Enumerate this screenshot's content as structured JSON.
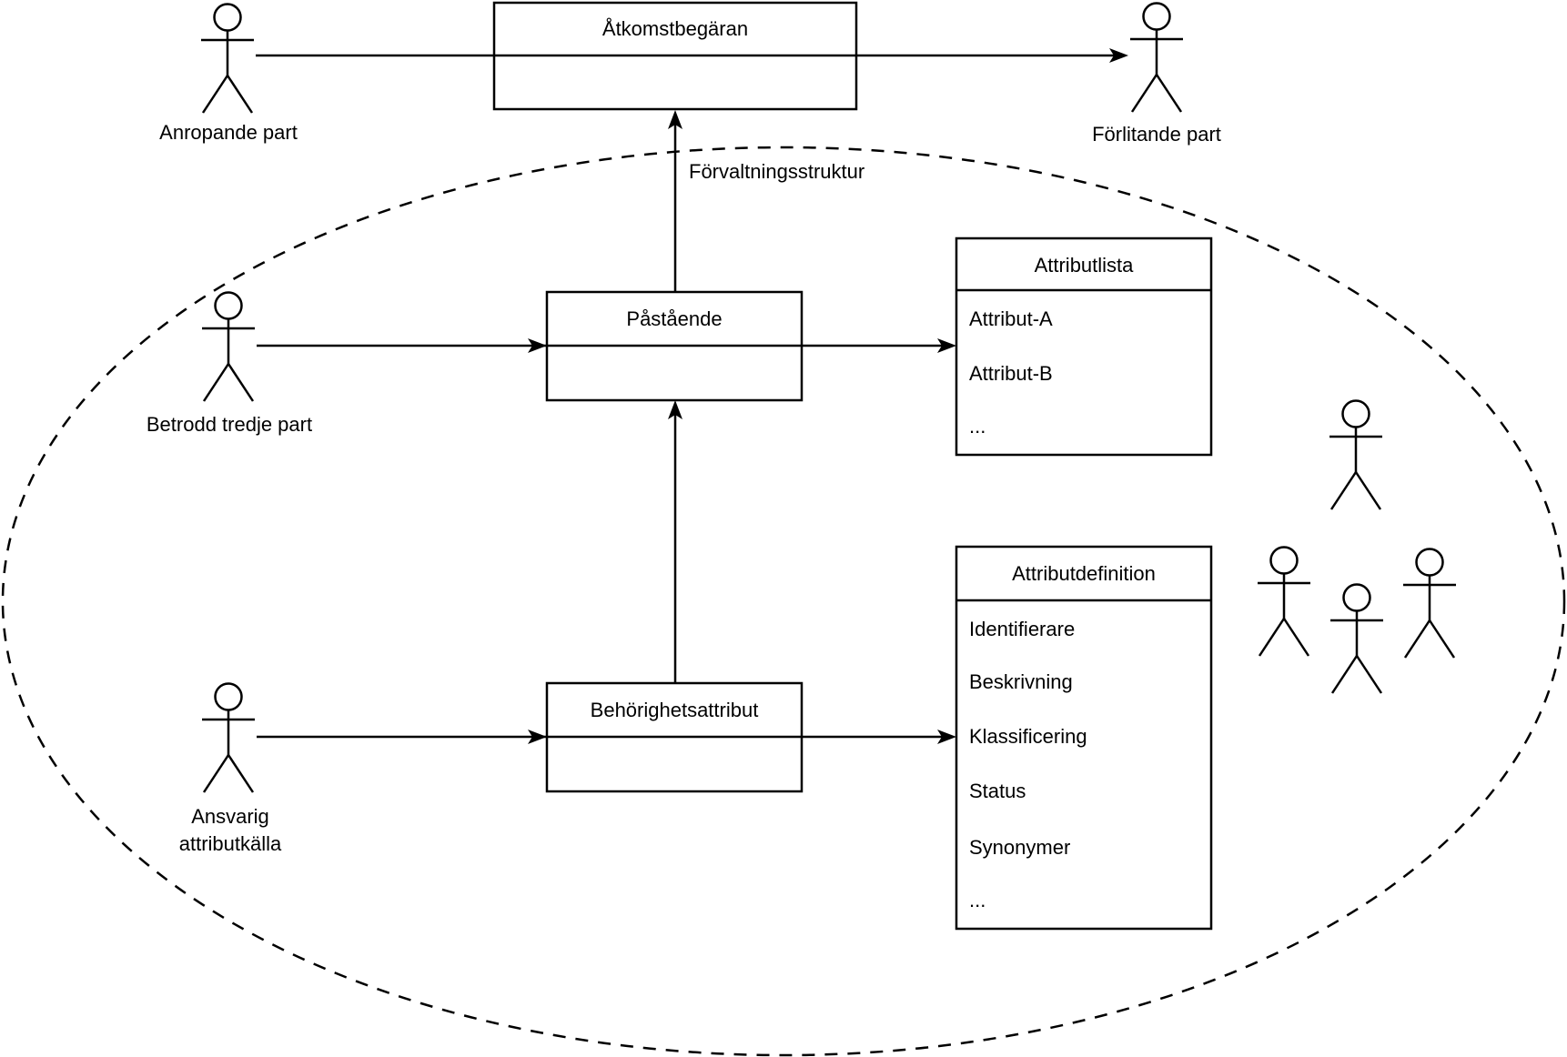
{
  "colors": {
    "stroke": "#000000",
    "background": "#ffffff"
  },
  "actors": {
    "anropande": {
      "label": "Anropande part"
    },
    "forlitande": {
      "label": "Förlitande part"
    },
    "betrodd": {
      "label": "Betrodd tredje part"
    },
    "ansvarig": {
      "label_line1": "Ansvarig",
      "label_line2": "attributkälla"
    }
  },
  "user_group": {
    "icon": "stick-figure-icon",
    "figure_count": 4
  },
  "boxes": {
    "atkomstbegaran": {
      "title": "Åtkomstbegäran"
    },
    "pastaende": {
      "title": "Påstående"
    },
    "behorighetsattribut": {
      "title": "Behörighetsattribut"
    },
    "attributlista": {
      "title": "Attributlista",
      "items": [
        "Attribut-A",
        "Attribut-B",
        "..."
      ]
    },
    "attributdefinition": {
      "title": "Attributdefinition",
      "items": [
        "Identifierare",
        "Beskrivning",
        "Klassificering",
        "Status",
        "Synonymer",
        "..."
      ]
    }
  },
  "edge_labels": {
    "forvaltningsstruktur": "Förvaltningsstruktur"
  }
}
